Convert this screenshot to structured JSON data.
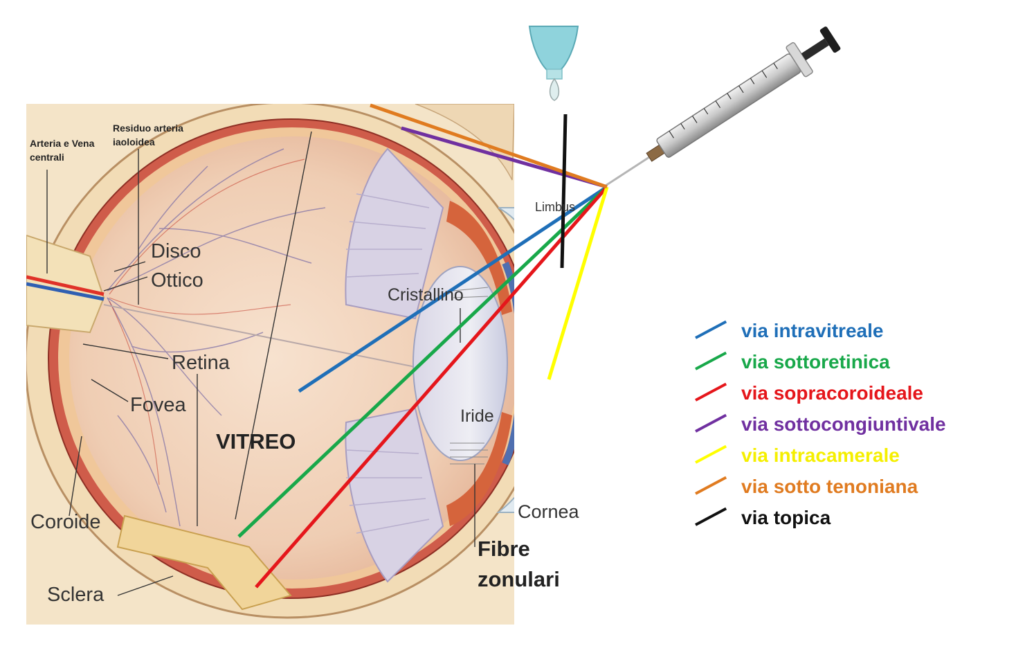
{
  "labels": {
    "arteria": [
      "Arteria e Vena",
      "centrali"
    ],
    "residuo": [
      "Residuo arteria",
      "iaoloidea"
    ],
    "disco": [
      "Disco",
      "Ottico"
    ],
    "limbus": "Limbus",
    "cristallino": "Cristallino",
    "retina": "Retina",
    "fovea": "Fovea",
    "vitreo": "VITREO",
    "iride": "Iride",
    "coroide": "Coroide",
    "sclera": "Sclera",
    "cornea": "Cornea",
    "fibre": [
      "Fibre",
      "zonulari"
    ]
  },
  "legend": [
    {
      "label": "via intravitreale",
      "color": "#1f6fb8"
    },
    {
      "label": "via sottoretinica",
      "color": "#18a84a"
    },
    {
      "label": "via sopracoroideale",
      "color": "#e5161b"
    },
    {
      "label": "via sottocongiuntivale",
      "color": "#7030a0"
    },
    {
      "label": "via intracamerale",
      "color": "#ffff00"
    },
    {
      "label": "via sotto tenoniana",
      "color": "#e07b20"
    },
    {
      "label": "via topica",
      "color": "#111111"
    }
  ],
  "icons": {
    "syringe": "syringe-icon",
    "dropper": "eye-dropper-icon"
  }
}
